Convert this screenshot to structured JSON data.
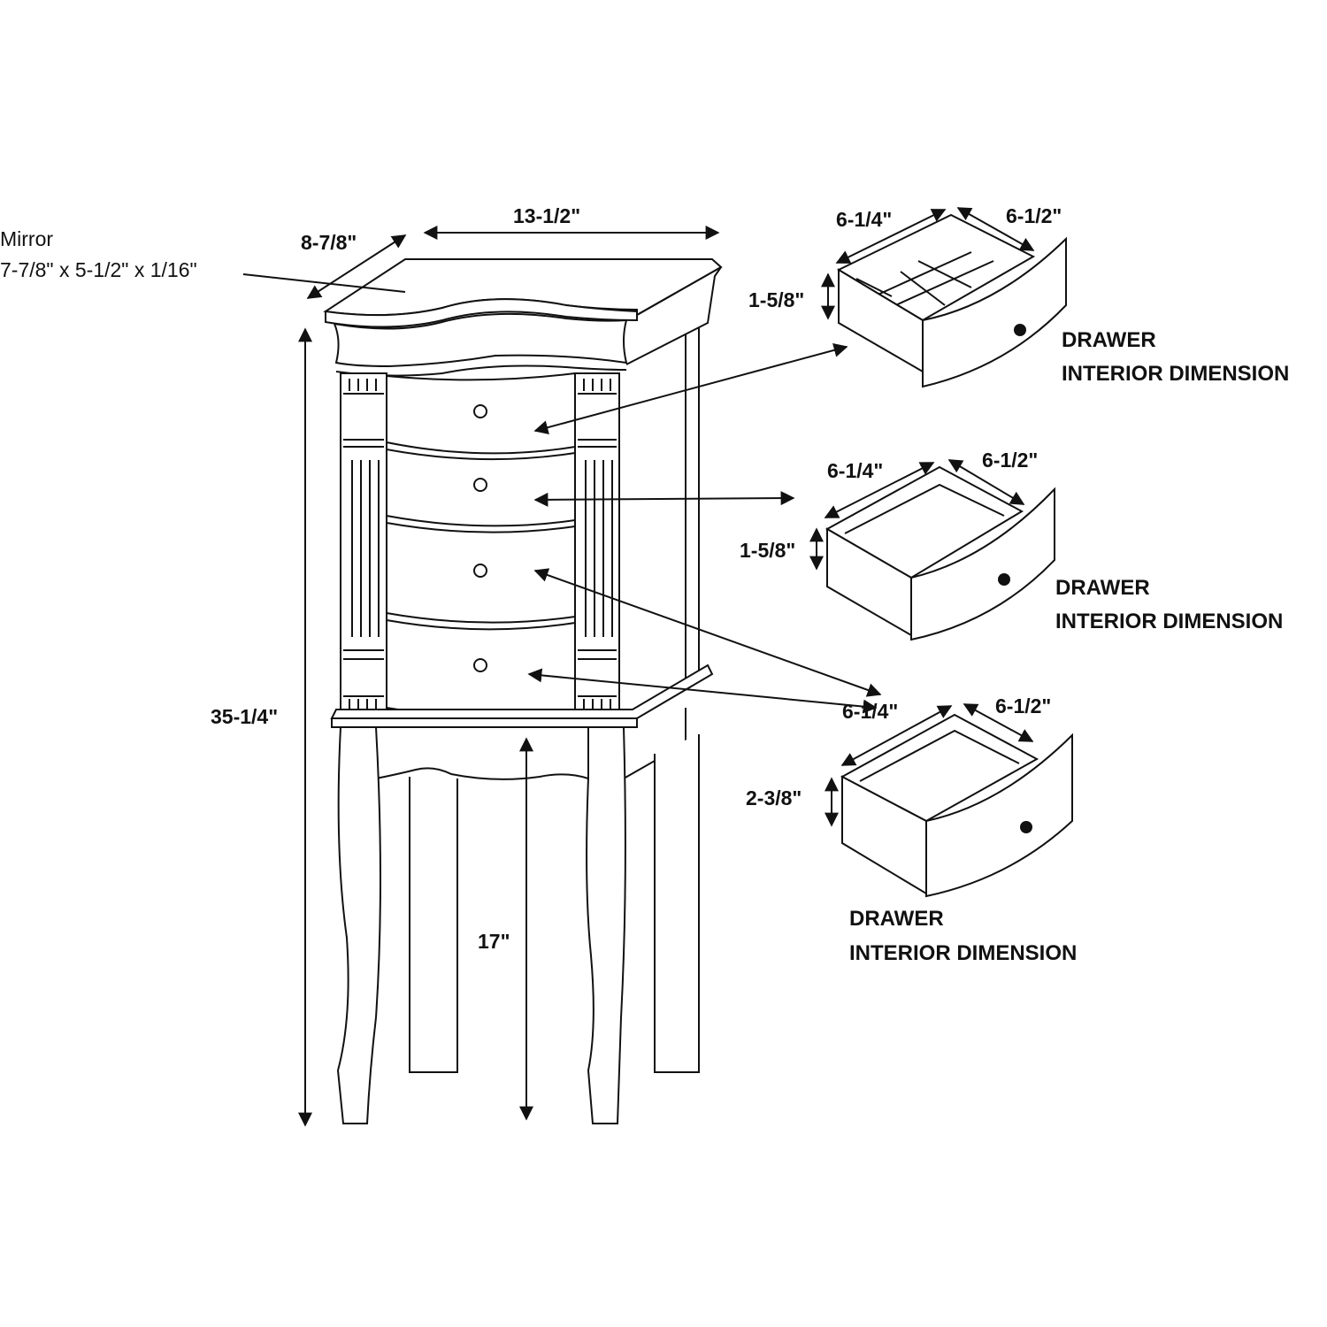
{
  "mirror": {
    "title": "Mirror",
    "size": "7-7/8\" x 5-1/2\" x 1/16\""
  },
  "cabinet": {
    "width": "13-1/2\"",
    "depth": "8-7/8\"",
    "height": "35-1/4\"",
    "leg_height": "17\""
  },
  "drawers": [
    {
      "depth": "6-1/4\"",
      "width": "6-1/2\"",
      "height": "1-5/8\"",
      "label_line1": "DRAWER",
      "label_line2": "INTERIOR DIMENSION"
    },
    {
      "depth": "6-1/4\"",
      "width": "6-1/2\"",
      "height": "1-5/8\"",
      "label_line1": "DRAWER",
      "label_line2": "INTERIOR DIMENSION"
    },
    {
      "depth": "6-1/4\"",
      "width": "6-1/2\"",
      "height": "2-3/8\"",
      "label_line1": "DRAWER",
      "label_line2": "INTERIOR DIMENSION"
    }
  ]
}
